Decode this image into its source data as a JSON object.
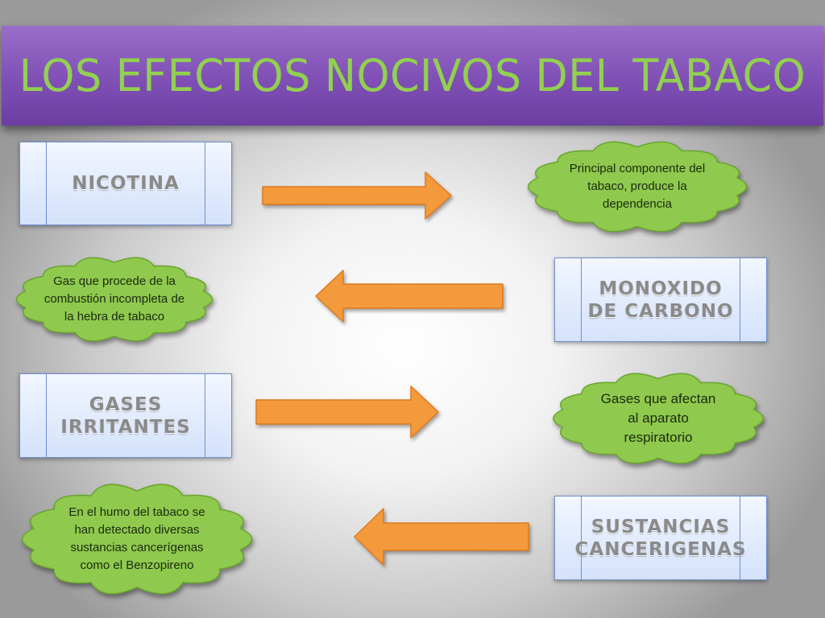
{
  "title": "LOS EFECTOS NOCIVOS DEL TABACO",
  "boxes": {
    "nicotina": "NICOTINA",
    "monoxido": "MONOXIDO DE CARBONO",
    "gases": "GASES IRRITANTES",
    "sustancias": "SUSTANCIAS CANCERIGENAS"
  },
  "clouds": {
    "nicotina": "Principal componente del tabaco, produce la dependencia",
    "monoxido": "Gas que procede de la combustión incompleta de la hebra de tabaco",
    "gases": "Gases que afectan al aparato respiratorio",
    "sustancias": "En el humo del tabaco se han detectado diversas sustancias cancerígenas  como el Benzopireno"
  },
  "colors": {
    "title_bg": "#7f4fb5",
    "title_text": "#92d050",
    "box_fill": "#d4e2fb",
    "box_border": "#6e8fd0",
    "cloud_fill": "#8fc94e",
    "arrow_fill": "#f39a3c"
  }
}
